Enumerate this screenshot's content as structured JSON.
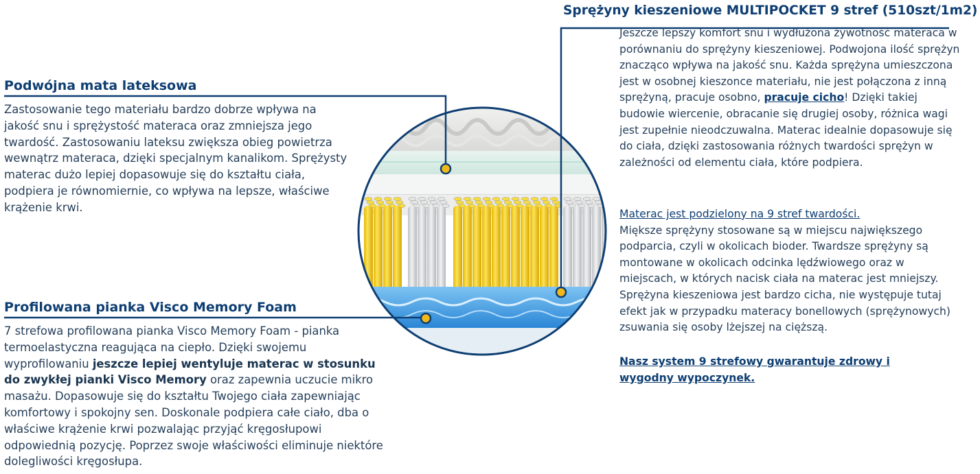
{
  "left": {
    "latex": {
      "title": "Podwójna mata lateksowa",
      "text": "Zastosowanie tego materiału bardzo dobrze wpływa na jakość snu i sprężystość materaca oraz zmniejsza jego twardość. Zastosowaniu lateksu zwiększa obieg powietrza wewnątrz materaca, dzięki specjalnym kanalikom. Sprężysty materac dużo lepiej dopasowuje się do kształtu ciała, podpiera je równomiernie, co wpływa na lepsze, właściwe krążenie krwi."
    },
    "visco": {
      "title": "Profilowana pianka Visco Memory Foam",
      "text_before": "7 strefowa profilowana pianka Visco Memory Foam - pianka termoelastyczna reagująca na ciepło. Dzięki swojemu wyprofilowaniu ",
      "text_bold": "jeszcze lepiej wentyluje materac w stosunku do zwykłej pianki Visco Memory",
      "text_after": " oraz zapewnia uczucie mikro masażu. Dopasowuje się do kształtu Twojego ciała zapewniając komfortowy i spokojny sen. Doskonale podpiera całe ciało, dba o właściwe krążenie krwi pozwalając przyjąć kręgosłupowi odpowiednią pozycję. Poprzez swoje właściwości eliminuje niektóre dolegliwości kręgosłupa."
    }
  },
  "right": {
    "title": "Sprężyny kieszeniowe MULTIPOCKET  9 stref (510szt/1m2)",
    "p1_before": "Jeszcze lepszy komfort snu i wydłużona żywotność materaca w porównaniu do sprężyny kieszeniowej. Podwojona ilość sprężyn znacząco wpływa na jakość snu. Każda sprężyna umieszczona jest w osobnej kieszonce materiału, nie jest połączona z inną sprężyną, pracuje osobno, ",
    "p1_link": "pracuje cicho",
    "p1_after": "! Dzięki takiej budowie wiercenie, obracanie się drugiej osoby, różnica wagi jest zupełnie nieodczuwalna. Materac idealnie dopasowuje się do ciała, dzięki zastosowania różnych twardości sprężyn w zależności od elementu ciała, które podpiera.",
    "p2_heading": "Materac jest podzielony na 9 stref twardości.",
    "p2_text": "Miększe sprężyny stosowane są w miejscu największego podparcia, czyli w okolicach bioder. Twardsze sprężyny są montowane w okolicach odcinka lędźwiowego oraz w miejscach, w których nacisk ciała na materac jest mniejszy. Sprężyna kieszeniowa jest bardzo cicha, nie występuje tutaj efekt jak w przypadku materacy bonellowych (sprężynowych) zsuwania się osoby lżejszej na cięższą.",
    "p3": "Nasz system 9 strefowy gwarantuje zdrowy i wygodny wypoczynek."
  },
  "colors": {
    "navy": "#0e3e72",
    "text": "#263f5a",
    "spring_yellow": "#f2d21a",
    "spring_gray": "#d2d4d6",
    "visco_blue": "#3f9ee6",
    "marker": "#f0b818"
  }
}
